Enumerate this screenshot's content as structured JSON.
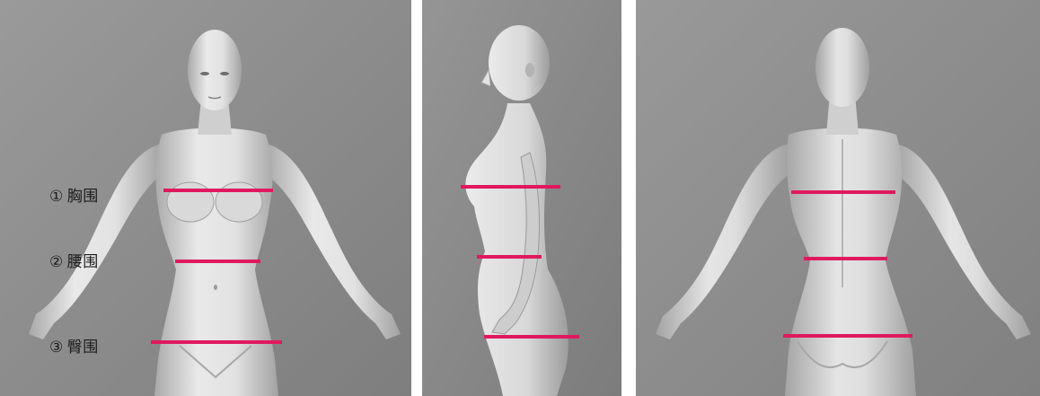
{
  "labels": [
    {
      "number": "①",
      "text": "胸围"
    },
    {
      "number": "②",
      "text": "腰围"
    },
    {
      "number": "③",
      "text": "臀围"
    }
  ],
  "colors": {
    "background": "#8c8c8c",
    "skin_light": "#e6e6e6",
    "skin_shadow": "#a7a7a7",
    "measure_line": "#e0195f"
  },
  "views": [
    "front",
    "side",
    "back"
  ]
}
